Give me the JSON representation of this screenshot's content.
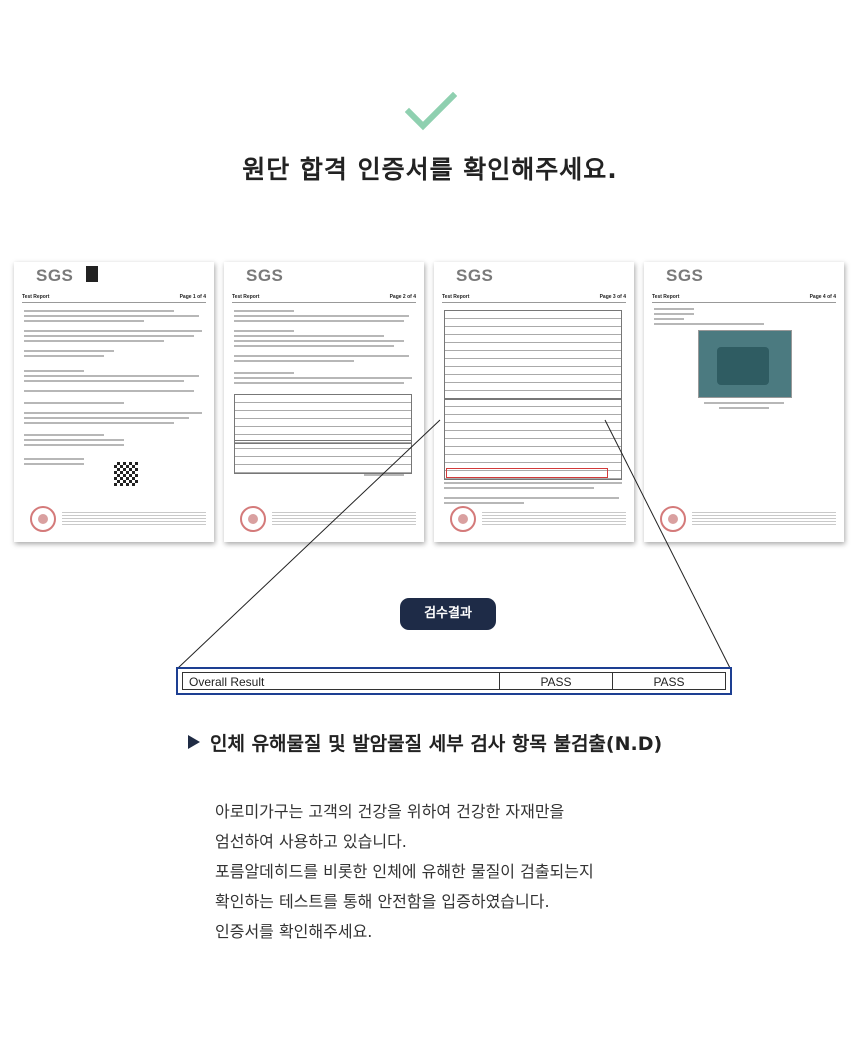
{
  "headline": "원단 합격 인증서를 확인해주세요.",
  "colors": {
    "check": "#8fd0b0",
    "pill_bg": "#1e2b47",
    "highlight": "#1d3f92",
    "accent_box": "#d23a3a"
  },
  "documents": [
    {
      "logo": "SGS",
      "title": "Test Report",
      "page": "Page 1 of 4"
    },
    {
      "logo": "SGS",
      "title": "Test Report",
      "page": "Page 2 of 4"
    },
    {
      "logo": "SGS",
      "title": "Test Report",
      "page": "Page 3 of 4"
    },
    {
      "logo": "SGS",
      "title": "Test Report",
      "page": "Page 4 of 4"
    }
  ],
  "badge": "검수결과",
  "result": {
    "label": "Overall Result",
    "value1": "PASS",
    "value2": "PASS"
  },
  "subtitle": "인체 유해물질 및 발암물질 세부 검사 항목 불검출(N.D)",
  "body_lines": [
    "아로미가구는 고객의 건강을 위하여 건강한 자재만을",
    "엄선하여 사용하고 있습니다.",
    "포름알데히드를 비롯한 인체에 유해한 물질이 검출되는지",
    "확인하는 테스트를 통해 안전함을 입증하였습니다.",
    "인증서를 확인해주세요."
  ]
}
